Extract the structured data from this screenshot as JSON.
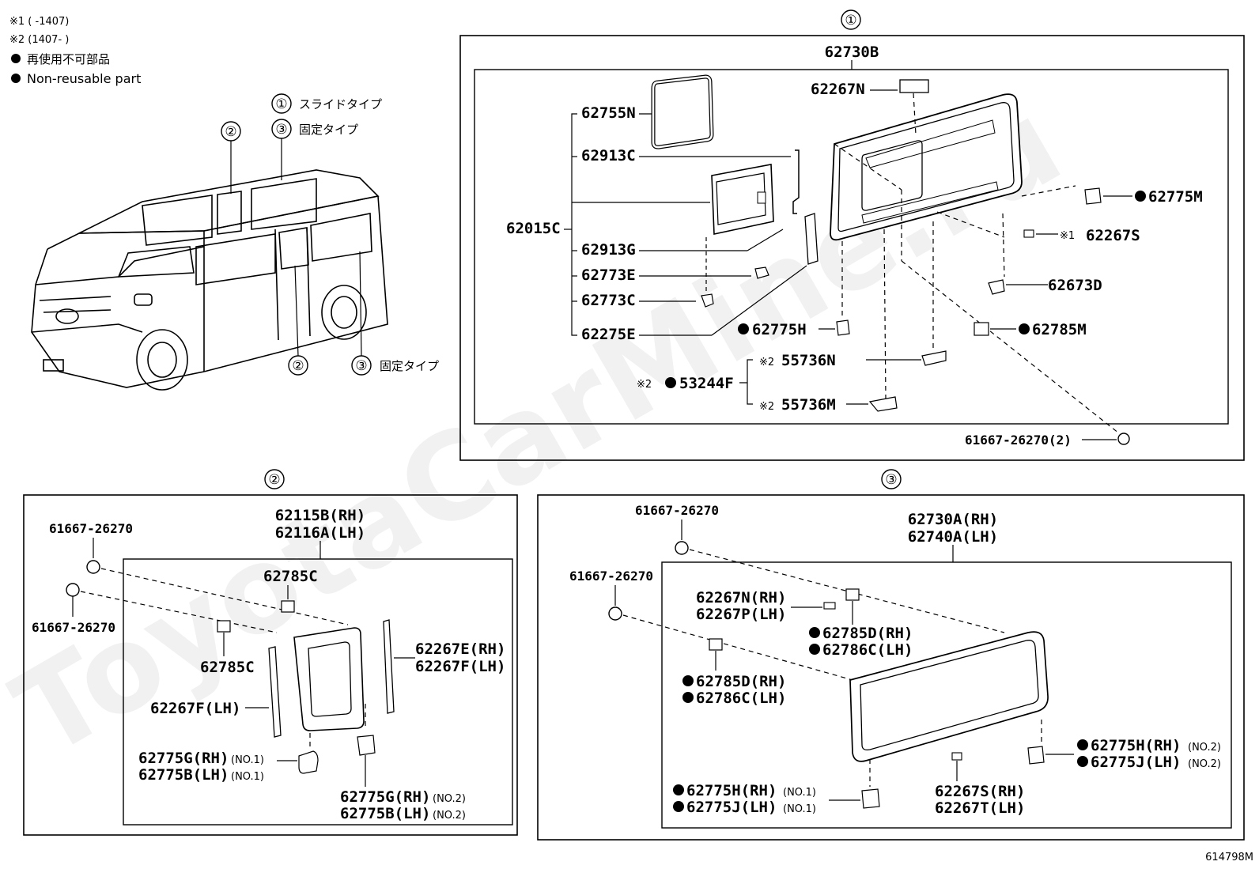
{
  "legend": {
    "note1": "※1 (      -1407)",
    "note2": "※2 (1407-      )",
    "non_reusable_jp": "再使用不可部品",
    "non_reusable_en": "Non-reusable part"
  },
  "van": {
    "c1_label": "スライドタイプ",
    "c3_label": "固定タイプ",
    "c3_bottom_label": "固定タイプ"
  },
  "circles": {
    "one": "①",
    "two": "②",
    "three": "③"
  },
  "sec1": {
    "assembly": "62730B",
    "p_62267N": "62267N",
    "p_62755N": "62755N",
    "p_62913C": "62913C",
    "p_62015C": "62015C",
    "p_62913G": "62913G",
    "p_62773E": "62773E",
    "p_62773C": "62773C",
    "p_62275E": "62275E",
    "p_62775H": "62775H",
    "p_62775M": "62775M",
    "p_62267S": "62267S",
    "p_62673D": "62673D",
    "p_62785M": "62785M",
    "p_55736N": "55736N",
    "p_55736M": "55736M",
    "p_53244F": "53244F",
    "p_61667": "61667-26270(2)",
    "m1": "※1",
    "m2a": "※2",
    "m2b": "※2",
    "m2c": "※2"
  },
  "sec2": {
    "p_top_left": "61667-26270",
    "p_bottom_left": "61667-26270",
    "assembly_rh": "62115B(RH)",
    "assembly_lh": "62116A(LH)",
    "p_62785C_top": "62785C",
    "p_62785C_bot": "62785C",
    "p_62267E_rh": "62267E(RH)",
    "p_62267F_lh": "62267F(LH)",
    "p_62267F_left": "62267F(LH)",
    "p_62775G_rh1": "62775G(RH)",
    "p_62775B_lh1": "62775B(LH)",
    "no1a": "(NO.1)",
    "no1b": "(NO.1)",
    "p_62775G_rh2": "62775G(RH)",
    "p_62775B_lh2": "62775B(LH)",
    "no2a": "(NO.2)",
    "no2b": "(NO.2)"
  },
  "sec3": {
    "p_top": "61667-26270",
    "p_left": "61667-26270",
    "assembly_rh": "62730A(RH)",
    "assembly_lh": "62740A(LH)",
    "p_62267N_rh": "62267N(RH)",
    "p_62267P_lh": "62267P(LH)",
    "p_62785D_a": "62785D(RH)",
    "p_62786C_a": "62786C(LH)",
    "p_62785D_b": "62785D(RH)",
    "p_62786C_b": "62786C(LH)",
    "p_62775H_r": "62775H(RH)",
    "p_62775J_r": "62775J(LH)",
    "no2a": "(NO.2)",
    "no2b": "(NO.2)",
    "p_62775H_b": "62775H(RH)",
    "p_62775J_b": "62775J(LH)",
    "no1a": "(NO.1)",
    "no1b": "(NO.1)",
    "p_62267S_rh": "62267S(RH)",
    "p_62267T_lh": "62267T(LH)"
  },
  "footer_code": "614798M",
  "watermark": "ToyotaCarMine.ru"
}
